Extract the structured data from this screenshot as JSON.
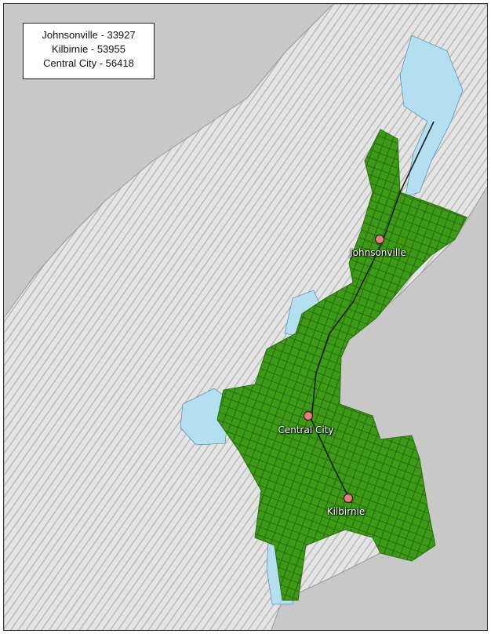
{
  "legend": [
    {
      "name": "Johnsonville",
      "sep": " -  ",
      "value": "33927"
    },
    {
      "name": "Kilbirnie",
      "sep": " - ",
      "value": "53955"
    },
    {
      "name": "Central City",
      "sep": " - ",
      "value": "56418"
    }
  ],
  "cities": [
    {
      "label": "Johnsonville"
    },
    {
      "label": "Central City"
    },
    {
      "label": "Kilbirnie"
    }
  ],
  "colors": {
    "sea": "#c8c8c8",
    "land": "#e6e6e6",
    "urban": "#3c9a16",
    "water": "#b3dff0",
    "marker": "#f07a7a"
  }
}
